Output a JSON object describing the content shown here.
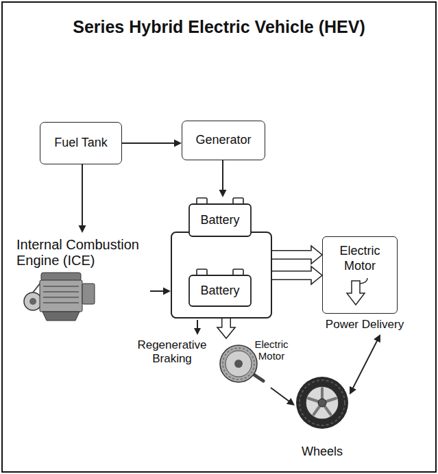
{
  "diagram": {
    "title": "Series Hybrid Electric Vehicle (HEV)",
    "nodes": [
      {
        "text": [
          "Fuel Tank"
        ]
      },
      {
        "text": [
          "Generator"
        ]
      },
      {
        "text": [
          "Internal Combustion Engine (ICE)"
        ]
      },
      {
        "text": []
      },
      {
        "text": [
          "Battery"
        ],
        "in": 3
      },
      {
        "text": [
          "Battery"
        ],
        "in": 3
      },
      {
        "text": [
          "Electric Motor",
          "Power Delivery"
        ]
      },
      {
        "text": [
          "Electric Motor"
        ]
      },
      {
        "text": [
          "Wheels"
        ]
      }
    ],
    "edges": [
      {
        "from": 0,
        "to": 1,
        "arrow": "to"
      },
      {
        "from": 0,
        "to": 2,
        "arrow": "to"
      },
      {
        "from": 1,
        "to": 4,
        "arrow": "to"
      },
      {
        "from": 2,
        "to": 3,
        "arrow": "to"
      },
      {
        "from": 3,
        "to": 6,
        "arrow": "to"
      },
      {
        "from": 3,
        "to": 6,
        "arrow": "to"
      },
      {
        "from": 3,
        "to": 7,
        "arrow": "to"
      },
      {
        "from": 7,
        "to": 8,
        "arrow": "to"
      },
      {
        "from": 6,
        "to": 8,
        "arrow": "both"
      }
    ],
    "labels": [
      "Regenerative Braking"
    ]
  }
}
